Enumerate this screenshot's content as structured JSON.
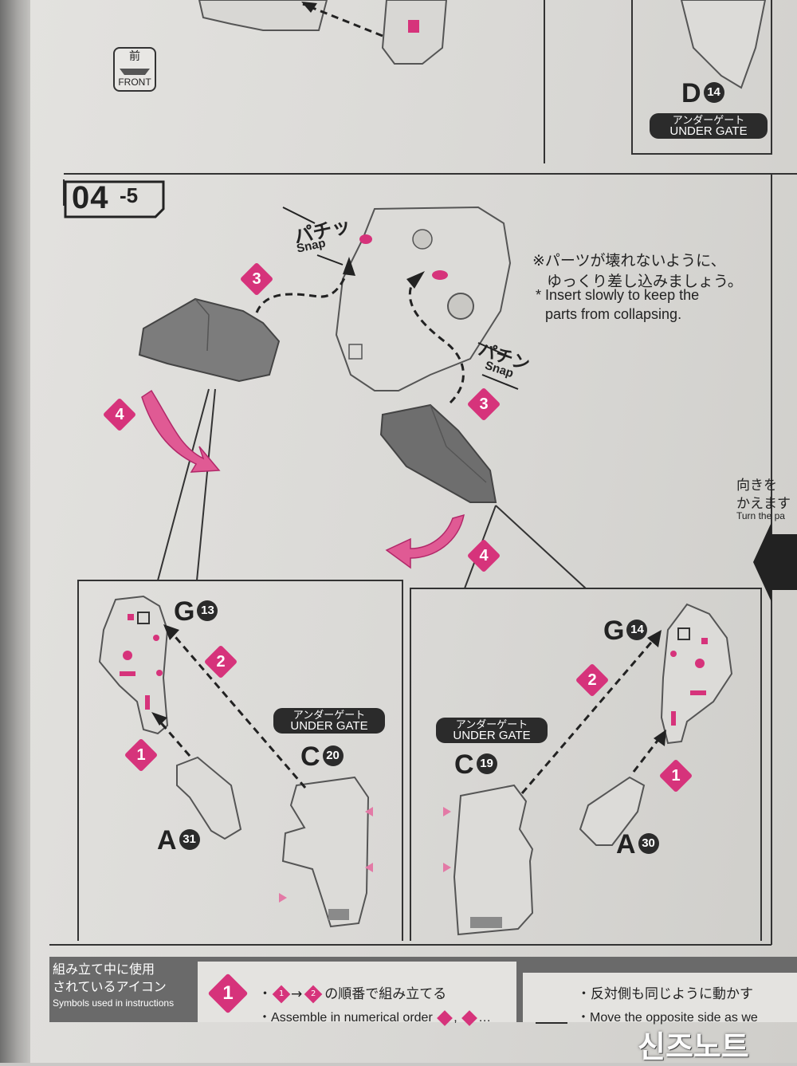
{
  "top": {
    "front_icon": {
      "jp": "前",
      "en": "FRONT"
    },
    "part_d": {
      "letter": "D",
      "number": "14"
    },
    "under_gate_top": {
      "jp": "アンダーゲート",
      "en": "UNDER GATE"
    }
  },
  "step": {
    "number": "04",
    "sub": "-5",
    "snap_1": {
      "jp": "パチッ",
      "en": "Snap"
    },
    "snap_2": {
      "jp": "パチン",
      "en": "Snap"
    },
    "note_jp_line1": "※パーツが壊れないように、",
    "note_jp_line2": "ゆっくり差し込みましょう。",
    "note_en_line1": "* Insert slowly to keep the",
    "note_en_line2": "parts from collapsing.",
    "diamonds": [
      "3",
      "4",
      "3",
      "4",
      "2",
      "1",
      "2",
      "1"
    ]
  },
  "turn": {
    "jp_line1": "向きを",
    "jp_line2": "かえます",
    "en": "Turn the pa"
  },
  "left_panel": {
    "part_g": {
      "letter": "G",
      "number": "13"
    },
    "part_c": {
      "letter": "C",
      "number": "20"
    },
    "part_a": {
      "letter": "A",
      "number": "31"
    },
    "under_gate": {
      "jp": "アンダーゲート",
      "en": "UNDER GATE"
    }
  },
  "right_panel": {
    "part_g": {
      "letter": "G",
      "number": "14"
    },
    "part_c": {
      "letter": "C",
      "number": "19"
    },
    "part_a": {
      "letter": "A",
      "number": "30"
    },
    "under_gate": {
      "jp": "アンダーゲート",
      "en": "UNDER GATE"
    }
  },
  "legend": {
    "title_jp_line1": "組み立て中に使用",
    "title_jp_line2": "されているアイコン",
    "title_en": "Symbols used in instructions",
    "icon_number": "1",
    "order_jp": "の順番で組み立てる",
    "order_arrow": "→",
    "order_n1": "1",
    "order_n2": "2",
    "order_en": "Assemble in numerical order",
    "order_en_tail": "…",
    "mirror_jp": "反対側も同じように動かす",
    "mirror_en": "Move the opposite side as we"
  },
  "watermark": "신즈노트",
  "colors": {
    "accent": "#d6337b",
    "dark": "#2b2b2b",
    "part_grey": "#7c7c7c",
    "part_light": "#dcdbd8"
  }
}
